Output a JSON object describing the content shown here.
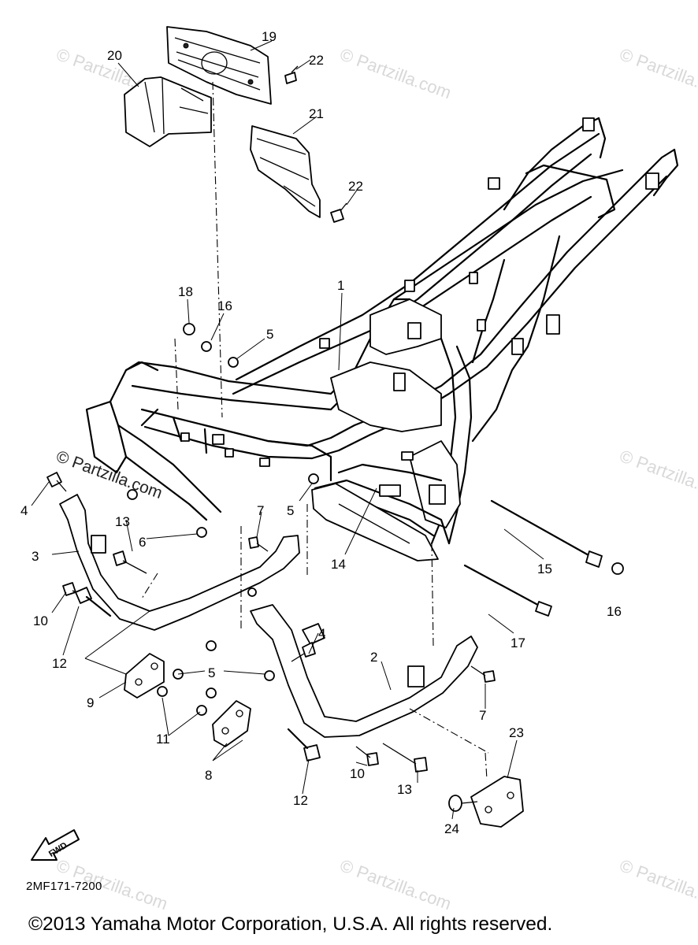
{
  "diagram_ref": "2MF171-7200",
  "copyright": "©2013 Yamaha Motor Corporation, U.S.A. All rights reserved.",
  "watermark": "© Partzilla.com",
  "fwd_label": "FWD",
  "callouts": [
    {
      "id": "1",
      "text": "1"
    },
    {
      "id": "2",
      "text": "2"
    },
    {
      "id": "3",
      "text": "3"
    },
    {
      "id": "4a",
      "text": "4"
    },
    {
      "id": "4b",
      "text": "4"
    },
    {
      "id": "5a",
      "text": "5"
    },
    {
      "id": "5b",
      "text": "5"
    },
    {
      "id": "5c",
      "text": "5"
    },
    {
      "id": "6",
      "text": "6"
    },
    {
      "id": "7a",
      "text": "7"
    },
    {
      "id": "7b",
      "text": "7"
    },
    {
      "id": "8",
      "text": "8"
    },
    {
      "id": "9",
      "text": "9"
    },
    {
      "id": "10a",
      "text": "10"
    },
    {
      "id": "10b",
      "text": "10"
    },
    {
      "id": "11",
      "text": "11"
    },
    {
      "id": "12a",
      "text": "12"
    },
    {
      "id": "12b",
      "text": "12"
    },
    {
      "id": "13a",
      "text": "13"
    },
    {
      "id": "13b",
      "text": "13"
    },
    {
      "id": "14",
      "text": "14"
    },
    {
      "id": "15",
      "text": "15"
    },
    {
      "id": "16a",
      "text": "16"
    },
    {
      "id": "16b",
      "text": "16"
    },
    {
      "id": "17",
      "text": "17"
    },
    {
      "id": "18",
      "text": "18"
    },
    {
      "id": "19",
      "text": "19"
    },
    {
      "id": "20",
      "text": "20"
    },
    {
      "id": "21",
      "text": "21"
    },
    {
      "id": "22a",
      "text": "22"
    },
    {
      "id": "22b",
      "text": "22"
    },
    {
      "id": "23",
      "text": "23"
    },
    {
      "id": "24",
      "text": "24"
    }
  ]
}
